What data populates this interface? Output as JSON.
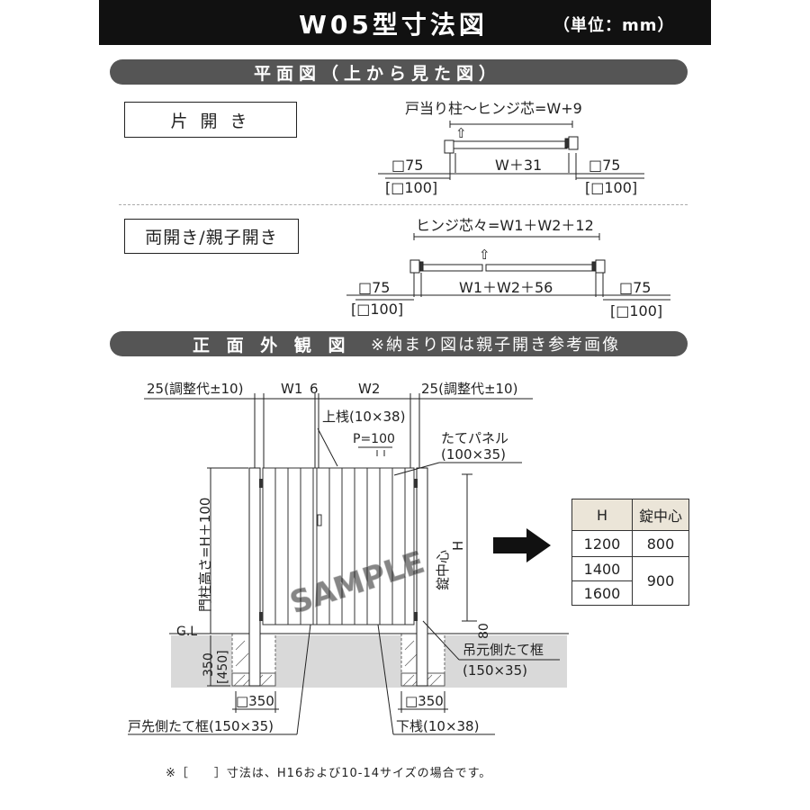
{
  "header": {
    "title": "W05型寸法図",
    "unit": "（単位：mm）"
  },
  "plan_section": {
    "title": "平面図（上から見た図）"
  },
  "single_swing": {
    "label": "片 開 き",
    "top_dim": "戸当り柱～ヒンジ芯=W+9",
    "mid_dim": "W＋31",
    "post_left": "□75",
    "post_left_alt": "[□100]",
    "post_right": "□75",
    "post_right_alt": "[□100]",
    "arrow": "⇧"
  },
  "double_swing": {
    "label": "両開き/親子開き",
    "top_dim": "ヒンジ芯々=W1＋W2＋12",
    "mid_dim": "W1＋W2＋56",
    "post_left": "□75",
    "post_left_alt": "[□100]",
    "post_right": "□75",
    "post_right_alt": "[□100]",
    "arrow": "⇧"
  },
  "front_section": {
    "title": "正 面 外 観 図",
    "note": "※納まり図は親子開き参考画像"
  },
  "front_view": {
    "adj_left": "25(調整代±10)",
    "adj_right": "25(調整代±10)",
    "w1": "W1",
    "gap": "6",
    "w2": "W2",
    "top_rail": "上桟(10×38)",
    "pitch": "P=100",
    "panel": "たてパネル",
    "panel_size": "(100×35)",
    "post_height": "門柱高さ=H＋100",
    "lock_center": "錠中心",
    "h": "H",
    "bottom_gap": "80",
    "gl": "G.L",
    "depth": "350",
    "depth_alt": "[450]",
    "hinge_frame": "吊元側たて框",
    "hinge_frame_size": "(150×35)",
    "foot_left": "□350",
    "foot_right": "□350",
    "latch_frame": "戸先側たて框(150×35)",
    "bottom_rail": "下桟(10×38)",
    "watermark": "SAMPLE"
  },
  "lock_table": {
    "headers": [
      "H",
      "錠中心"
    ],
    "rows": [
      {
        "h": "1200",
        "lock": "800"
      },
      {
        "h": "1400",
        "lock": "900"
      },
      {
        "h": "1600",
        "lock": ""
      }
    ]
  },
  "footnote": "※［　　］寸法は、H16および10-14サイズの場合です。",
  "colors": {
    "title_bg": "#111111",
    "section_bg": "#555555",
    "table_header_bg": "#ebe5d8",
    "ground": "#d9d9d9"
  }
}
